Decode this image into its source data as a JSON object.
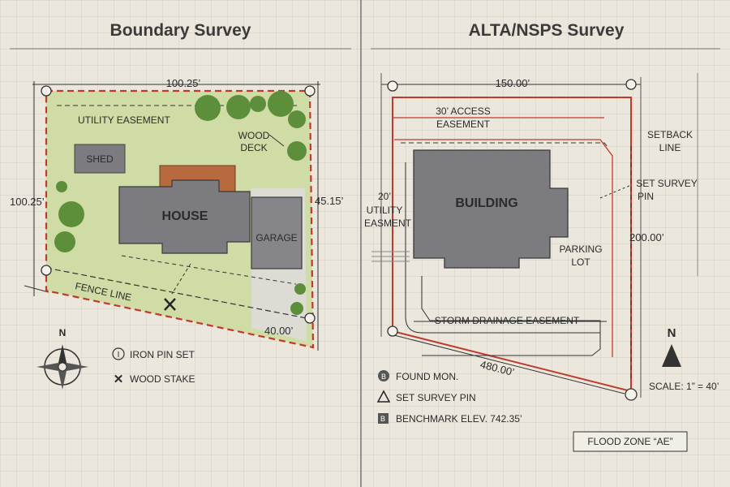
{
  "left": {
    "title": "Boundary Survey",
    "dim_top": "100.25’",
    "dim_left": "100.25’",
    "dim_right": "45.15’",
    "dim_bottom": "40.00’",
    "utility_easement": "UTILITY EASEMENT",
    "wood": "WOOD",
    "deck": "DECK",
    "shed": "SHED",
    "house": "HOUSE",
    "garage": "GARAGE",
    "fence_line": "FENCE LINE",
    "north": "N",
    "legend": {
      "iron_pin_symbol": "I",
      "iron_pin": "IRON PIN SET",
      "wood_stake_symbol": "✕",
      "wood_stake": "WOOD STAKE"
    }
  },
  "right": {
    "title": "ALTA/NSPS Survey",
    "dim_top": "150.00’",
    "access_1": "30’ ACCESS",
    "access_2": "EASEMENT",
    "setback_1": "SETBACK",
    "setback_2": "LINE",
    "set_pin_1": "SET SURVEY",
    "set_pin_2": "PIN",
    "util_1": "20’",
    "util_2": "UTILITY",
    "util_3": "EASMENT",
    "building": "BUILDING",
    "parking_1": "PARKING",
    "parking_2": "LOT",
    "dim_right": "200.00’",
    "storm": "STORM DRAINAGE EASEMENT",
    "dim_bottom": "480.00’",
    "north": "N",
    "scale": "SCALE: 1” = 40’",
    "flood_zone": "FLOOD ZONE “AE”",
    "legend": {
      "found_symbol": "B",
      "found": "FOUND MON.",
      "set_pin": "SET SURVEY PIN",
      "benchmark_symbol": "B",
      "benchmark": "BENCHMARK ELEV. 742.35’"
    }
  },
  "colors": {
    "boundary": "#c0392b",
    "lawn": "#cfdca5",
    "building": "#7b7b80",
    "deck": "#b86a3f",
    "tree": "#5d8f3b"
  }
}
